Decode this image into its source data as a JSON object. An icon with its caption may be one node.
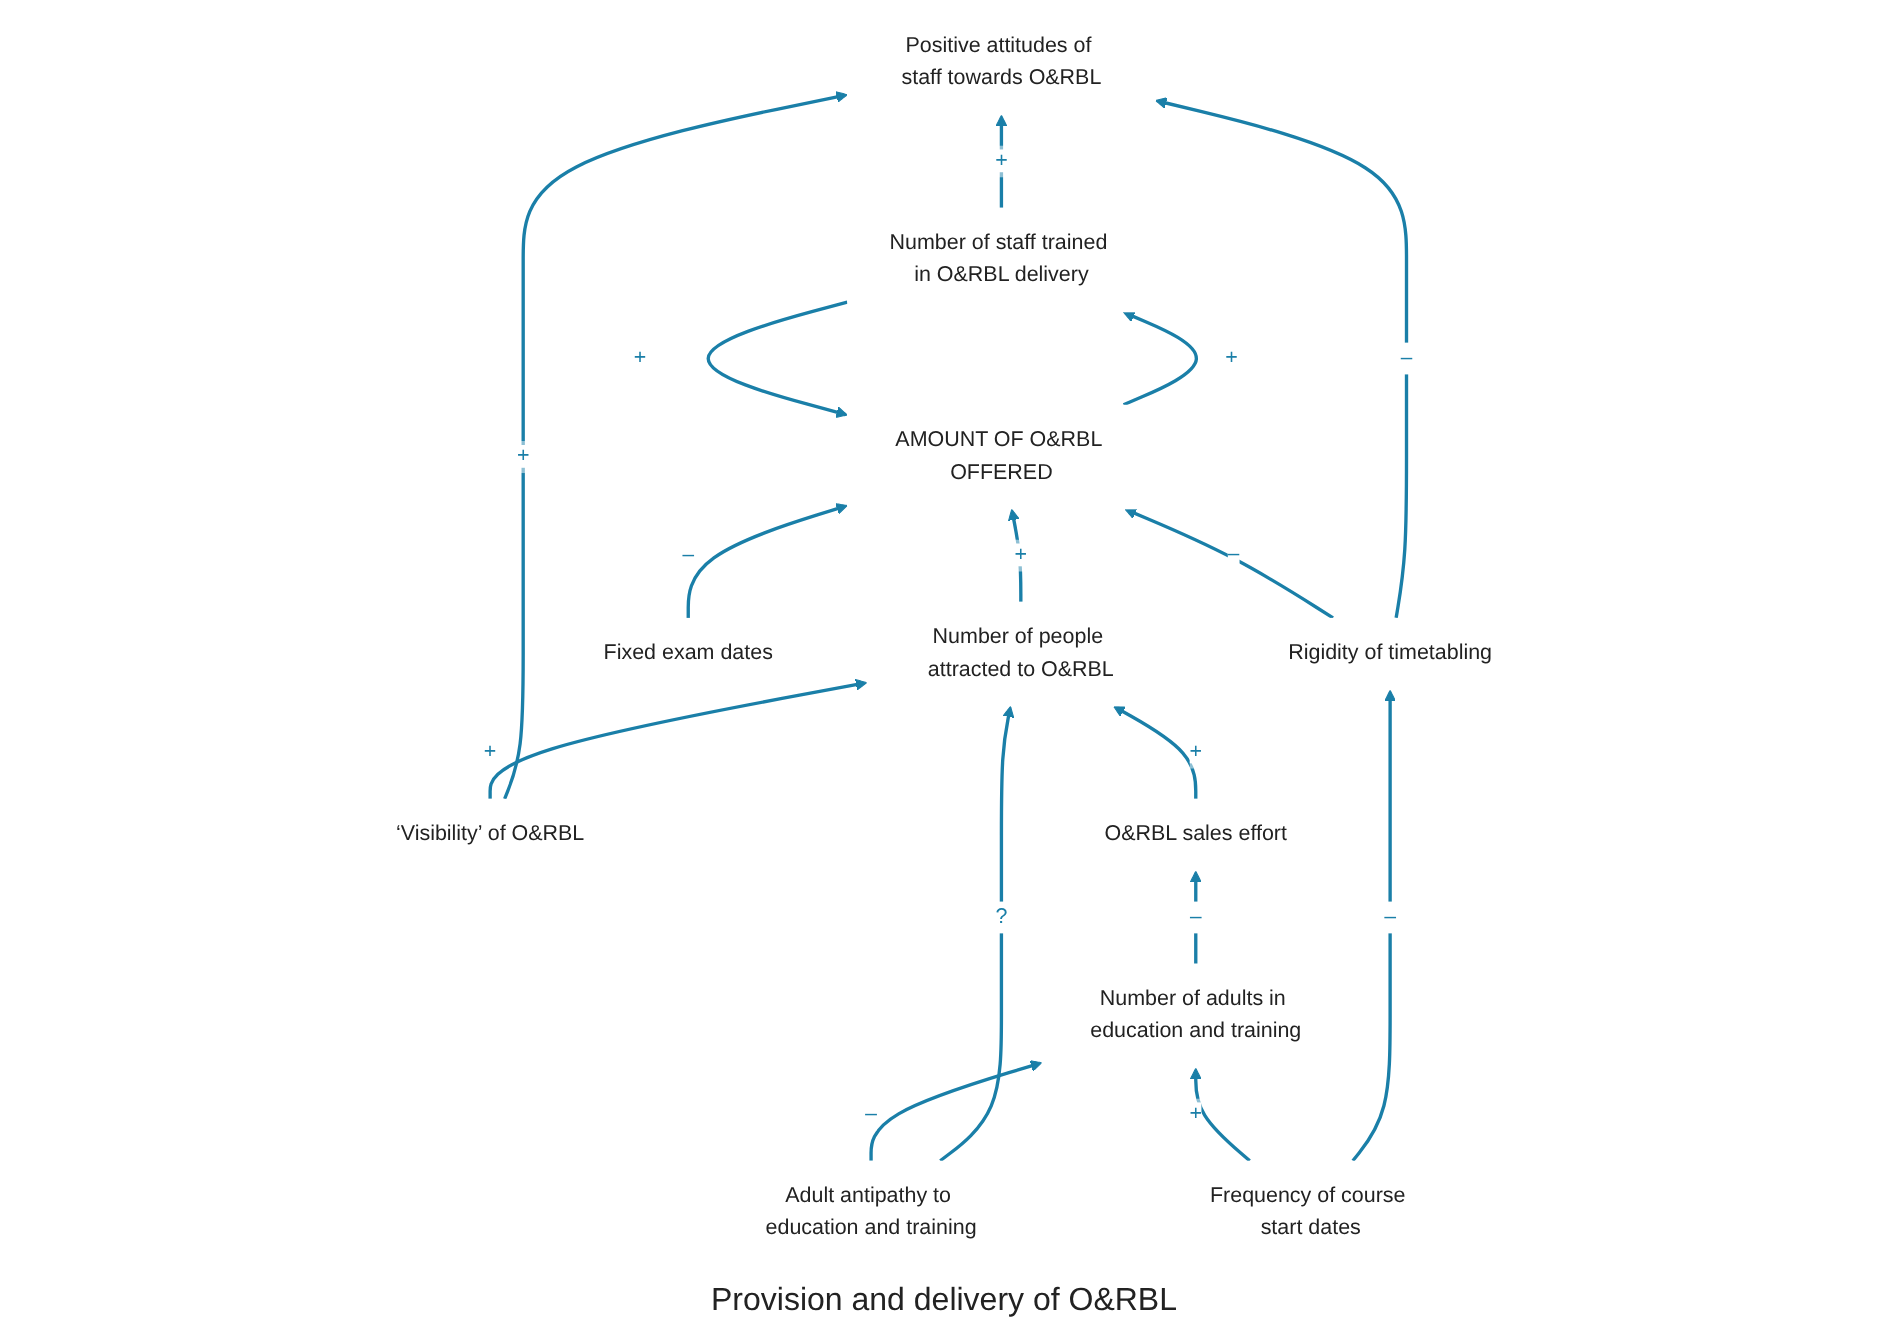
{
  "diagram": {
    "caption": "Provision and delivery of O&RBL",
    "nodes": [
      {
        "text": [
          "‘Visibility’ of O&RBL"
        ]
      },
      {
        "text": [
          "Positive attitudes of staff towards O&RBL"
        ]
      },
      {
        "text": [
          "Number of staff trained in O&RBL delivery"
        ]
      },
      {
        "text": [
          "Adult antipathy to education and training"
        ]
      },
      {
        "text": [
          "Number of people attracted to O&RBL"
        ]
      },
      {
        "text": [
          "AMOUNT OF O&RBL OFFERED"
        ]
      },
      {
        "text": [
          "Rigidity of timetabling"
        ]
      },
      {
        "text": [
          "O&RBL sales effort"
        ]
      },
      {
        "text": [
          "Fixed exam dates"
        ]
      },
      {
        "text": [
          "Number of adults in education and training"
        ]
      },
      {
        "text": [
          "Frequency of course start dates"
        ]
      }
    ],
    "edges": [
      {
        "from": 0,
        "to": 1,
        "arrow": "to",
        "label": "+"
      },
      {
        "from": 6,
        "to": 1,
        "arrow": "to",
        "label": "–"
      },
      {
        "from": 2,
        "to": 1,
        "arrow": "to",
        "label": "+"
      },
      {
        "from": 0,
        "to": 4,
        "arrow": "to",
        "label": "+"
      },
      {
        "from": 3,
        "to": 4,
        "arrow": "to",
        "label": "?"
      },
      {
        "from": 4,
        "to": 5,
        "arrow": "to",
        "label": "+"
      },
      {
        "from": 2,
        "to": 5,
        "arrow": "to",
        "label": "+"
      },
      {
        "from": 5,
        "to": 2,
        "arrow": "to",
        "label": "+"
      },
      {
        "from": 6,
        "to": 5,
        "arrow": "to",
        "label": "–"
      },
      {
        "from": 7,
        "to": 4,
        "arrow": "to",
        "label": "+"
      },
      {
        "from": 8,
        "to": 5,
        "arrow": "to",
        "label": "–"
      },
      {
        "from": 3,
        "to": 9,
        "arrow": "to",
        "label": "–"
      },
      {
        "from": 9,
        "to": 7,
        "arrow": "to",
        "label": "–"
      },
      {
        "from": 10,
        "to": 6,
        "arrow": "to",
        "label": "–"
      },
      {
        "from": 10,
        "to": 9,
        "arrow": "to",
        "label": "+"
      }
    ]
  }
}
